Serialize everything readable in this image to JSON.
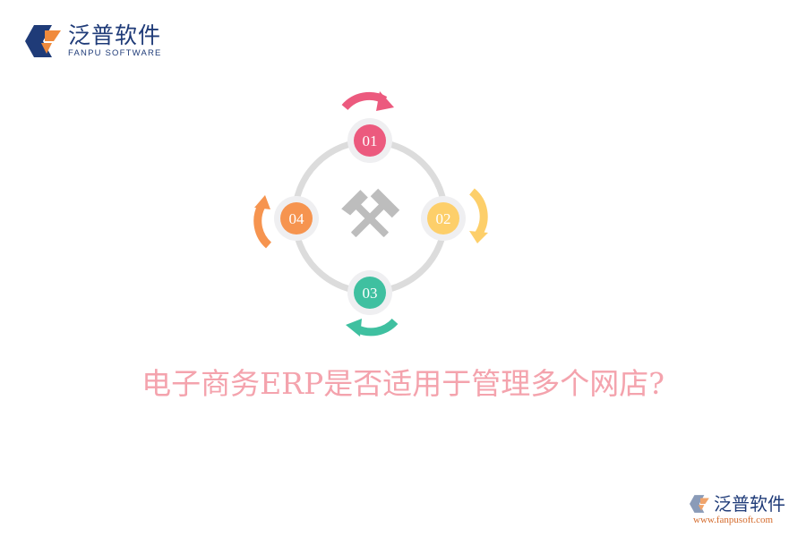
{
  "header": {
    "logo_cn": "泛普软件",
    "logo_en": "FANPU SOFTWARE"
  },
  "diagram": {
    "center_icon": "crossed-hammers-icon",
    "ring_color": "#dcdcdc",
    "nodes": [
      {
        "label": "01",
        "color": "#ec5a7e",
        "position": "top"
      },
      {
        "label": "02",
        "color": "#fdcf6a",
        "position": "right"
      },
      {
        "label": "03",
        "color": "#3fc0a0",
        "position": "bottom"
      },
      {
        "label": "04",
        "color": "#f6944f",
        "position": "left"
      }
    ]
  },
  "title": "电子商务ERP是否适用于管理多个网店?",
  "watermark": {
    "cn": "泛普软件",
    "url": "www.fanpusoft.com"
  }
}
